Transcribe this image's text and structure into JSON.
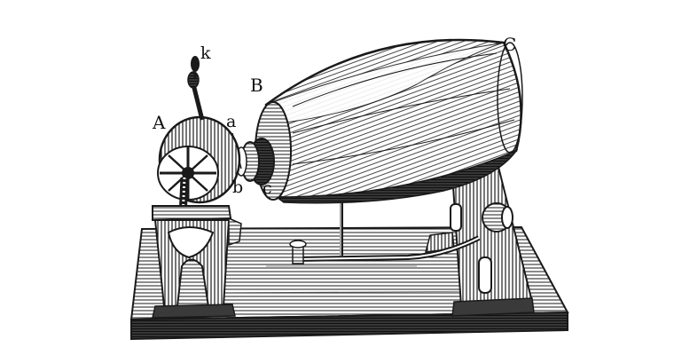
{
  "labels": {
    "A": "A",
    "B": "B",
    "C": "C",
    "a": "a",
    "b": "b",
    "c": "c",
    "k": "k"
  },
  "colors": {
    "ink": "#1a1a1a",
    "paper": "#ffffff",
    "mid": "#6b6b6b",
    "light": "#bdbdbd"
  }
}
